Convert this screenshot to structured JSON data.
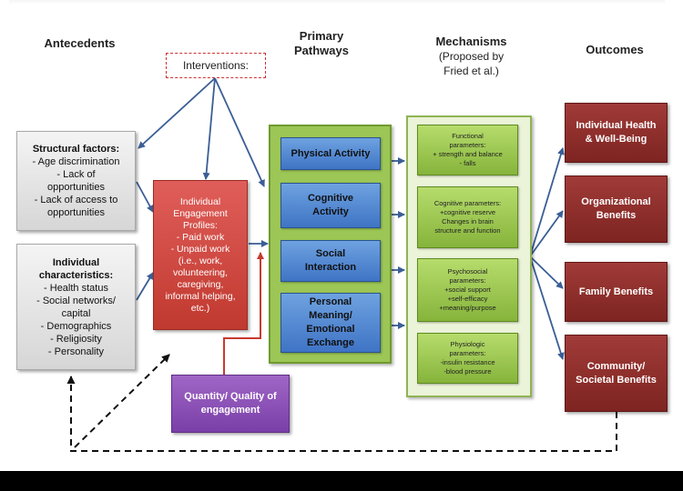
{
  "headers": {
    "antecedents": "Antecedents",
    "primary_pathways_1": "Primary",
    "primary_pathways_2": "Pathways",
    "mechanisms": "Mechanisms",
    "mechanisms_sub_1": "(Proposed by",
    "mechanisms_sub_2": "Fried et al.)",
    "outcomes": "Outcomes"
  },
  "interventions": "Interventions:",
  "structural": {
    "title": "Structural factors:",
    "lines": [
      "- Age discrimination",
      "- Lack of",
      "opportunities",
      "- Lack of access to",
      "opportunities"
    ]
  },
  "individual": {
    "title_1": "Individual",
    "title_2": "characteristics:",
    "lines": [
      "- Health status",
      "- Social networks/",
      "capital",
      "- Demographics",
      "- Religiosity",
      "- Personality"
    ]
  },
  "engagement": {
    "title_1": "Individual",
    "title_2": "Engagement",
    "title_3": "Profiles:",
    "lines": [
      "- Paid work",
      "- Unpaid work",
      "(i.e., work,",
      "volunteering,",
      "caregiving,",
      "informal helping,",
      "etc.)"
    ]
  },
  "quantity": {
    "line1": "Quantity/ Quality of",
    "line2": "engagement"
  },
  "pathways": [
    {
      "lines": [
        "Physical Activity"
      ]
    },
    {
      "lines": [
        "Cognitive",
        "Activity"
      ]
    },
    {
      "lines": [
        "Social",
        "Interaction"
      ]
    },
    {
      "lines": [
        "Personal",
        "Meaning/",
        "Emotional",
        "Exchange"
      ]
    }
  ],
  "mechanism_boxes": [
    {
      "lines": [
        "Functional",
        "parameters:",
        "+ strength and balance",
        "- falls"
      ]
    },
    {
      "lines": [
        "Cognitive parameters:",
        "+cognitive reserve",
        "Changes in brain",
        "structure and function"
      ]
    },
    {
      "lines": [
        "Psychosocial",
        "parameters:",
        "+social support",
        "+self-efficacy",
        "+meaning/purpose"
      ]
    },
    {
      "lines": [
        "Physiologic",
        "parameters:",
        "-insulin resistance",
        "-blood pressure"
      ]
    }
  ],
  "outcome_boxes": [
    {
      "lines": [
        "Individual Health",
        "& Well-Being"
      ]
    },
    {
      "lines": [
        "Organizational",
        "Benefits"
      ]
    },
    {
      "lines": [
        "Family Benefits"
      ]
    },
    {
      "lines": [
        "Community/",
        "Societal Benefits"
      ]
    }
  ],
  "colors": {
    "pathway_panel": "#9cc655",
    "pathway_box": "#4a7fcf",
    "engagement_box": "#c94a42",
    "quantity_box": "#8a4fb8",
    "outcome_box": "#8b2e2a",
    "arrow": "#3a5e95",
    "red_arrow": "#c83a2e"
  }
}
